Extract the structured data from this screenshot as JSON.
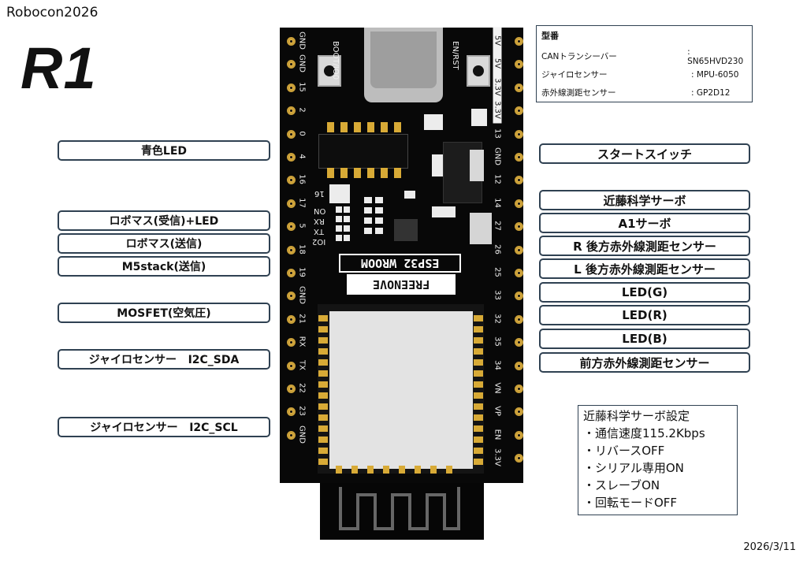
{
  "header": {
    "project": "Robocon2026",
    "model": "R1"
  },
  "footer": {
    "date": "2026/3/11"
  },
  "spec": {
    "title": "型番",
    "rows": [
      {
        "key": "CANトランシーバー",
        "value": ": SN65HVD230"
      },
      {
        "key": "ジャイロセンサー",
        "value": ": MPU-6050"
      },
      {
        "key": "赤外線測距センサー",
        "value": ": GP2D12"
      }
    ]
  },
  "servo_settings": {
    "title": "近藤科学サーボ設定",
    "items": [
      "・通信速度115.2Kbps",
      "・リバースOFF",
      "・シリアル専用ON",
      "・スレーブON",
      "・回転モードOFF"
    ]
  },
  "left_labels": [
    "青色LED",
    "ロボマス(受信)+LED",
    "ロボマス(送信)",
    "M5stack(送信)",
    "MOSFET(空気圧)",
    "ジャイロセンサー   I2C_SDA",
    "ジャイロセンサー   I2C_SCL"
  ],
  "right_labels": [
    "スタートスイッチ",
    "近藤科学サーボ",
    "A1サーボ",
    "R 後方赤外線測距センサー",
    "L 後方赤外線測距センサー",
    "LED(G)",
    "LED(R)",
    "LED(B)",
    "前方赤外線測距センサー"
  ],
  "board": {
    "left_pins": [
      "GND",
      "GND",
      "15",
      "2",
      "0",
      "4",
      "16",
      "17",
      "5",
      "18",
      "19",
      "GND",
      "21",
      "RX",
      "TX",
      "22",
      "23",
      "GND"
    ],
    "right_pins": [
      "5V",
      "5V",
      "3.3V",
      "3.3V",
      "13",
      "GND",
      "12",
      "14",
      "27",
      "26",
      "25",
      "33",
      "32",
      "35",
      "34",
      "VN",
      "VP",
      "EN",
      "3.3V"
    ],
    "silk_boot": "BOOT/IO0",
    "silk_rst": "EN/RST",
    "silk_16": "16",
    "silk_on": "ON",
    "silk_rx": "RX",
    "silk_tx": "TX",
    "silk_io2": "IO2",
    "module_name": "ESP32 WROOM",
    "brand": "FREENOVE"
  }
}
